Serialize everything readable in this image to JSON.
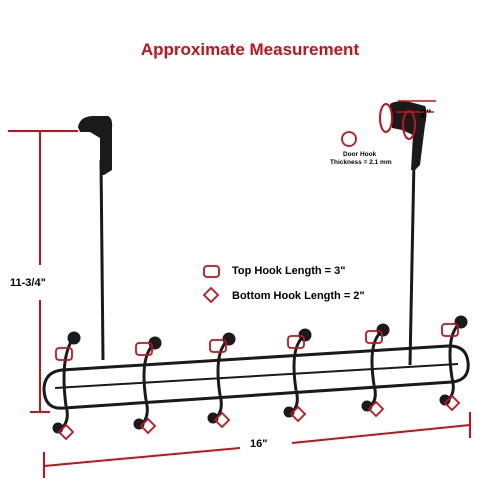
{
  "title": "Approximate Measurement",
  "colors": {
    "accent": "#c0141c",
    "product": "#1a1a1a",
    "text": "#111111"
  },
  "dimensions": {
    "height": "11-3/4\"",
    "width": "16\"",
    "top_width": "2\""
  },
  "thickness_note": {
    "line1": "Door Hook",
    "line2": "Thickness = 2.1 mm"
  },
  "legend": {
    "top_hook": "Top Hook Length = 3\"",
    "bottom_hook": "Bottom Hook Length = 2\""
  },
  "icons": [
    "rounded-square-marker-icon",
    "diamond-marker-icon",
    "circle-marker-icon"
  ]
}
